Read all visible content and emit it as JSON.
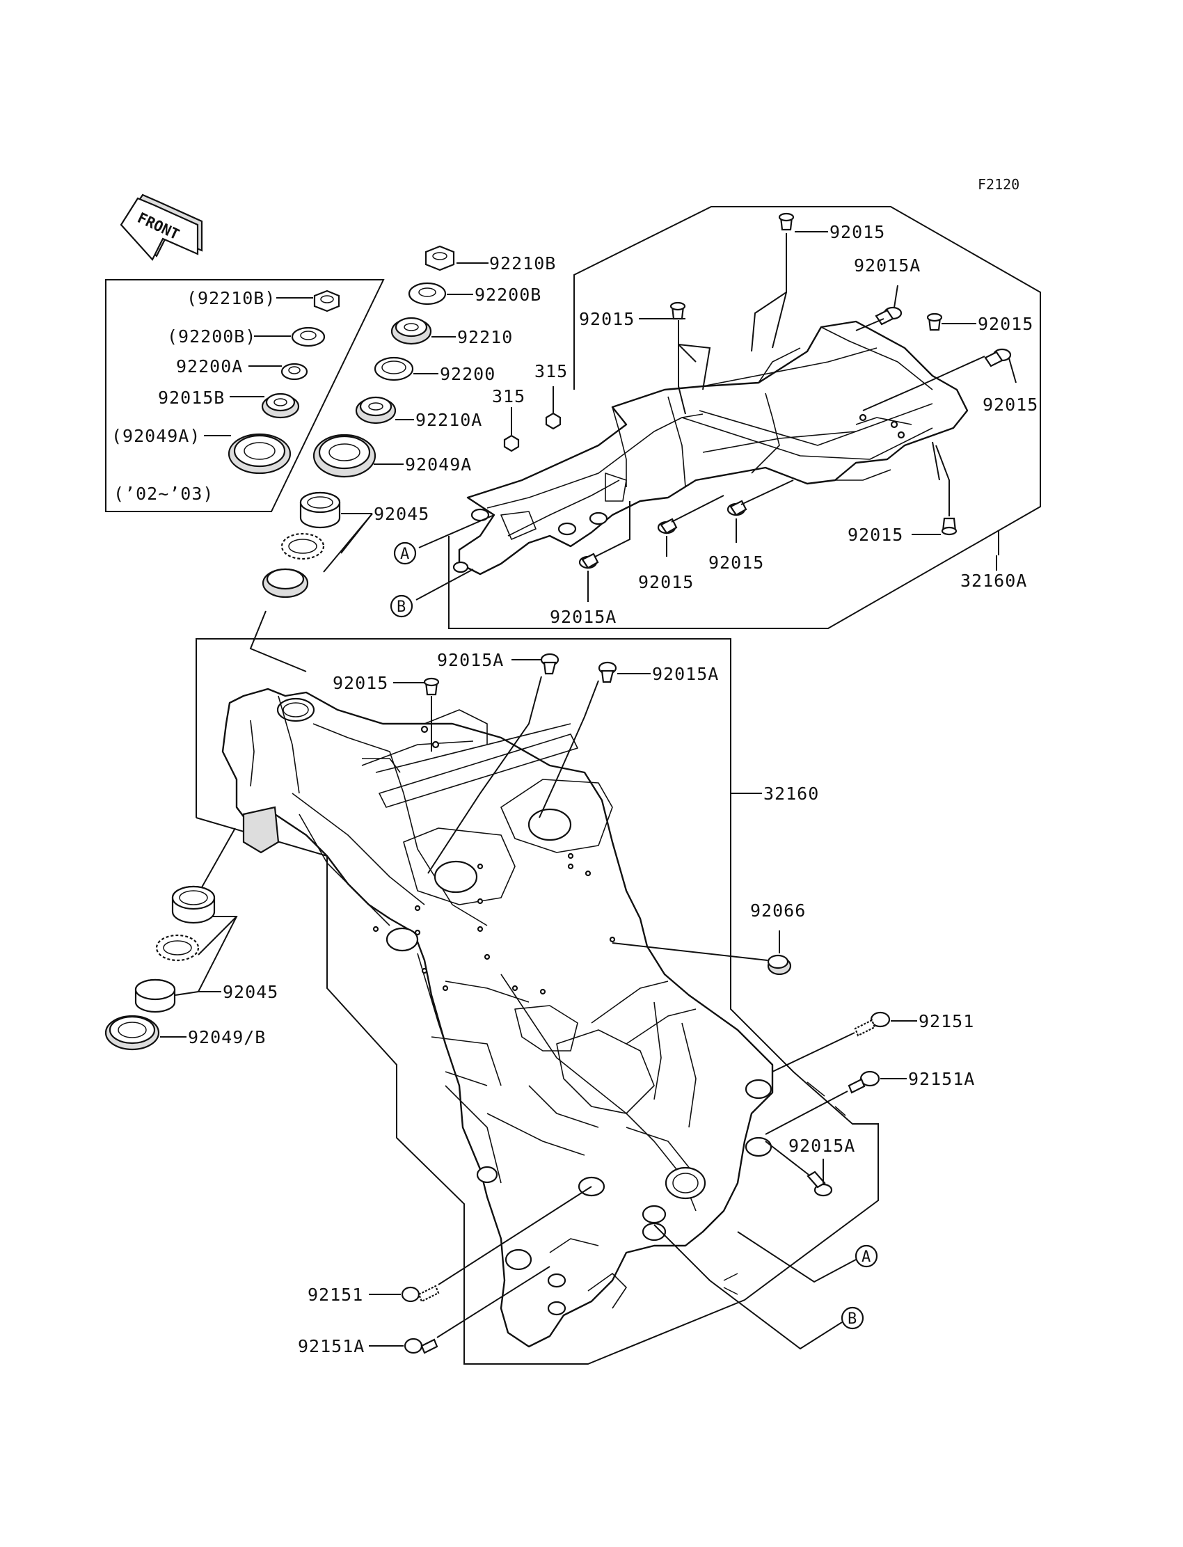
{
  "diagram_code": "F2120",
  "front_arrow": {
    "label": "FRONT"
  },
  "callouts": {
    "a": "A",
    "b": "B"
  },
  "labels": {
    "p92210B_inset": "(92210B)",
    "p92200B_inset": "(92200B)",
    "p92200A": "92200A",
    "p92015B": "92015B",
    "p92049A_inset": "(92049A)",
    "years": "(’02~’03)",
    "p92210B": "92210B",
    "p92200B": "92200B",
    "p92210": "92210",
    "p92200": "92200",
    "p92210A": "92210A",
    "p92049A": "92049A",
    "p92045_top": "92045",
    "p315_a": "315",
    "p315_b": "315",
    "p92015_top1": "92015",
    "p92015A_top": "92015A",
    "p92015_top2": "92015",
    "p92015_top3": "92015",
    "p92015_right": "92015",
    "p92015_right_low": "92015",
    "p92015_mid1": "92015",
    "p92015_mid2": "92015",
    "p92015A_mid": "92015A",
    "p32160A": "32160A",
    "p92015_frame": "92015",
    "p92015A_frame1": "92015A",
    "p92015A_frame2": "92015A",
    "p32160": "32160",
    "p92066": "92066",
    "p92045_bottom": "92045",
    "p92049B": "92049/B",
    "p92151_right": "92151",
    "p92151A_right": "92151A",
    "p92015A_low": "92015A",
    "p92151_left": "92151",
    "p92151A_left": "92151A"
  }
}
